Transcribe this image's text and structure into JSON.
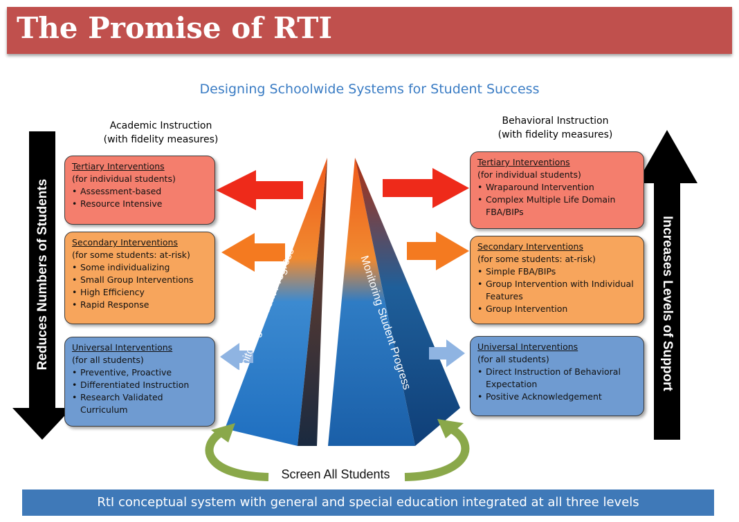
{
  "header": {
    "title": "The Promise of RTI"
  },
  "subtitle": "Designing Schoolwide Systems for Student Success",
  "academic": {
    "heading": "Academic Instruction",
    "subheading": "(with fidelity measures)",
    "tertiary": {
      "title": "Tertiary Interventions",
      "audience": "(for individual students)",
      "items": [
        "Assessment-based",
        "Resource Intensive"
      ]
    },
    "secondary": {
      "title": "Secondary Interventions",
      "audience": "(for some students: at-risk)",
      "items": [
        "Some individualizing",
        "Small Group Interventions",
        "High Efficiency",
        "Rapid Response"
      ]
    },
    "universal": {
      "title": "Universal Interventions",
      "audience": "(for all students)",
      "items": [
        "Preventive, Proactive",
        "Differentiated Instruction",
        "Research Validated",
        "Curriculum"
      ]
    }
  },
  "behavioral": {
    "heading": "Behavioral Instruction",
    "subheading": "(with fidelity measures)",
    "tertiary": {
      "title": "Tertiary Interventions",
      "audience": "(for individual students)",
      "items": [
        "Wraparound Intervention",
        "Complex Multiple Life Domain FBA/BIPs"
      ]
    },
    "secondary": {
      "title": "Secondary Interventions",
      "audience": "(for some students: at-risk)",
      "items": [
        "Simple FBA/BIPs",
        "Group Intervention with Individual Features",
        "Group Intervention"
      ]
    },
    "universal": {
      "title": "Universal Interventions",
      "audience": "(for all students)",
      "items": [
        "Direct Instruction of Behavioral Expectation",
        "Positive Acknowledgement"
      ]
    }
  },
  "left_arrow_label": "Reduces Numbers of Students",
  "right_arrow_label": "Increases Levels of Support",
  "pyramid_label_left": "Monitoring Student Progress",
  "pyramid_label_right": "Monitoring Student Progress",
  "screen_label": "Screen All Students",
  "footer": "RtI conceptual system with general and special education integrated at all three levels",
  "colors": {
    "banner": "#c0504d",
    "tertiary": "#f47e6d",
    "secondary": "#f7a55c",
    "universal": "#6f9bd1",
    "footer": "#3f79b8"
  }
}
